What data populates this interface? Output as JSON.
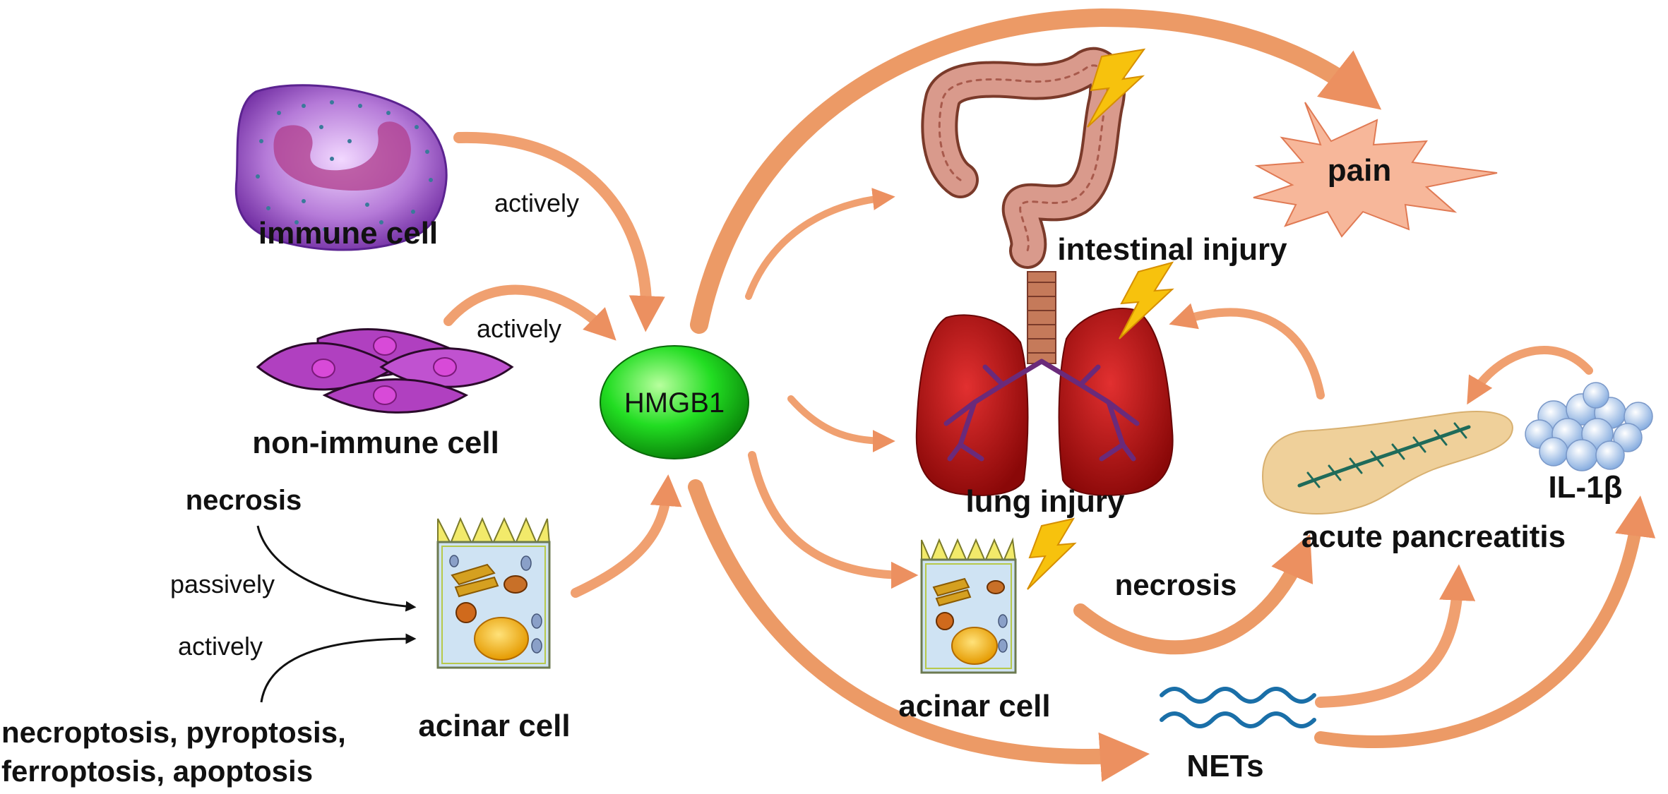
{
  "center": {
    "label": "HMGB1",
    "color": "#22dd22"
  },
  "sources": {
    "immune_cell": "immune cell",
    "non_immune_cell": "non-immune cell",
    "acinar_cell": "acinar cell"
  },
  "verbs": {
    "actively_immune": "actively",
    "actively_nonimmune": "actively",
    "passively": "passively",
    "actively_acinar": "actively"
  },
  "death": {
    "necrosis": "necrosis",
    "programmed_line1": "necroptosis, pyroptosis,",
    "programmed_line2": "ferroptosis, apoptosis",
    "necrosis_color": "#2a5fc4",
    "programmed_color": "#ee1111"
  },
  "targets": {
    "pain": "pain",
    "intestinal_injury": "intestinal injury",
    "lung_injury": "lung injury",
    "acinar_cell": "acinar cell",
    "necrosis": "necrosis",
    "acute_pancreatitis": "acute pancreatitis",
    "il1b": "IL-1β",
    "nets": "NETs"
  },
  "colors": {
    "arrow": "#f0a070",
    "arrow_dark": "#d9804f",
    "lightning": "#f7c20d",
    "lung": "#b01212",
    "immune": "#9a55c8",
    "non_immune": "#b040c0",
    "acinar_fill": "#cfe3f3",
    "pancreas": "#efd09a",
    "nets": "#1a6fa8"
  },
  "icons": [
    "immune-cell-icon",
    "non-immune-cell-icon",
    "acinar-cell-icon",
    "intestine-icon",
    "lung-icon",
    "pancreas-icon",
    "il1b-cluster-icon",
    "nets-icon",
    "lightning-icon"
  ]
}
